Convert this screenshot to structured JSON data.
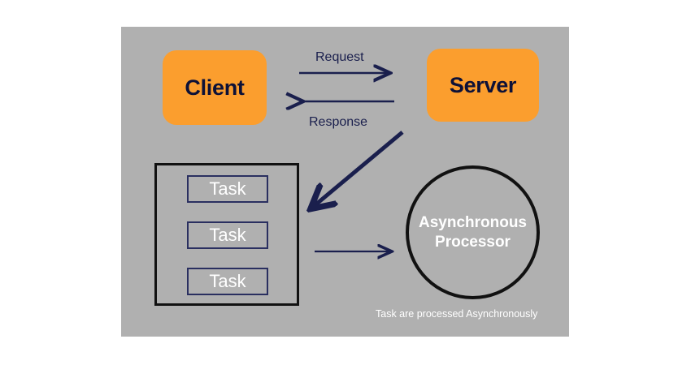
{
  "canvas": {
    "background_color": "#b0b0b0",
    "page_background_color": "#ffffff"
  },
  "colors": {
    "node_fill": "#fb9e2e",
    "node_text": "#0d1137",
    "arrow_navy": "#1a1f4d",
    "task_border": "#2a2f60",
    "outline_black": "#111111",
    "white_text": "#ffffff"
  },
  "nodes": {
    "client": {
      "label": "Client"
    },
    "server": {
      "label": "Server"
    },
    "processor": {
      "line1": "Asynchronous",
      "line2": "Processor"
    }
  },
  "arrows": {
    "request": {
      "label": "Request",
      "direction": "right"
    },
    "response": {
      "label": "Response",
      "direction": "left"
    },
    "server_to_queue": {
      "label": "",
      "direction": "down-left"
    },
    "queue_to_processor": {
      "label": "",
      "direction": "right"
    }
  },
  "queue": {
    "tasks": [
      {
        "label": "Task"
      },
      {
        "label": "Task"
      },
      {
        "label": "Task"
      }
    ]
  },
  "footer": {
    "note": "Task are processed Asynchronously"
  }
}
